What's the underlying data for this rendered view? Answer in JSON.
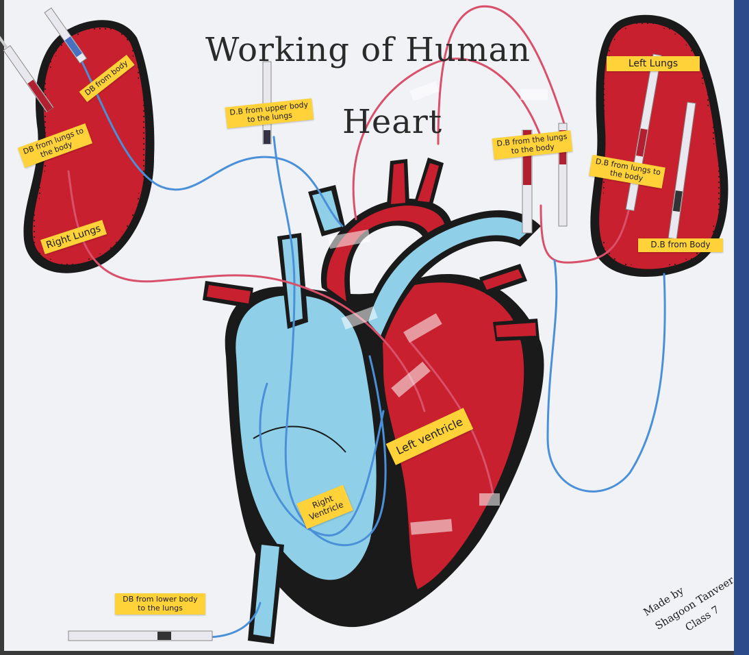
{
  "poster": {
    "title_line1": "Working of Human",
    "title_line2": "Heart",
    "colors": {
      "board": "#f1f2f6",
      "oxygenated_red": "#c8202e",
      "deoxygenated_blue": "#8fd0e8",
      "outline": "#1a1a1a",
      "label_yellow": "#ffd23a",
      "tube_red": "#d9506a",
      "tube_blue": "#4a90d9"
    }
  },
  "labels": {
    "db_from_body_top": "DB from body",
    "db_lungs_to_body_left": "DB from lungs to\nthe body",
    "db_upper_body": "D.B from upper body\nto the lungs",
    "db_lungs_to_body_mid": "D.B from the lungs\nto the body",
    "left_lungs": "Left Lungs",
    "db_lungs_to_body_right": "D.B from lungs to\nthe body",
    "right_lungs": "Right Lungs",
    "db_from_body_right": "D.B from Body",
    "left_ventricle": "Left ventricle",
    "right_ventricle": "Right\nVentricle",
    "db_lower_body": "DB from lower body\nto the lungs"
  },
  "maker": {
    "line1": "Made by",
    "line2": "Shagoon Tanveer",
    "line3": "Class 7"
  }
}
